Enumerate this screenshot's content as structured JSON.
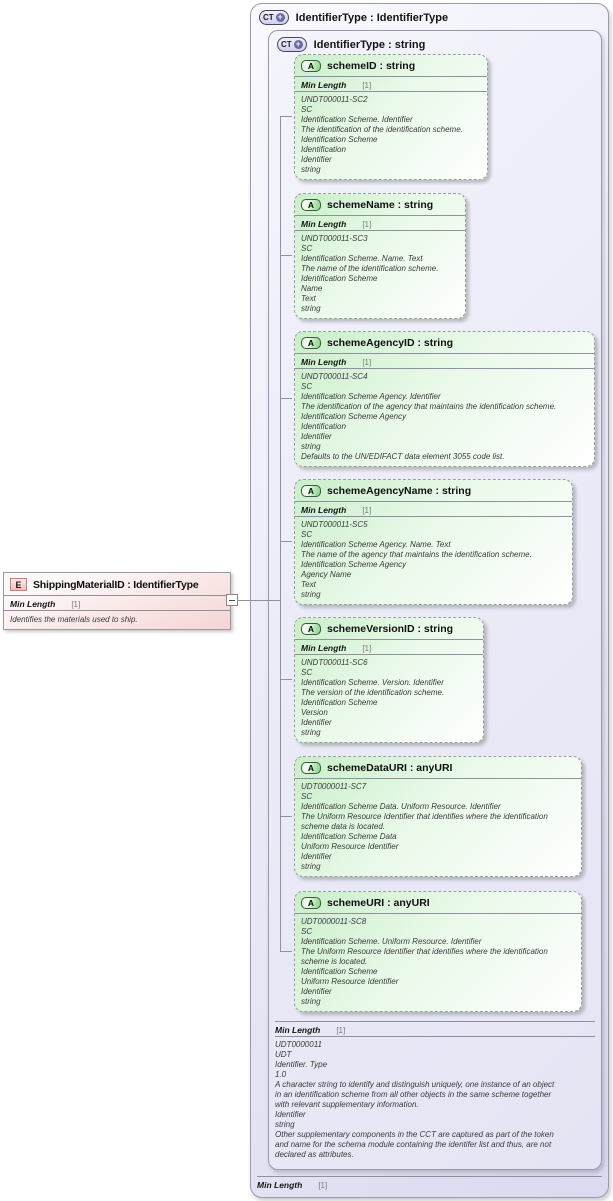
{
  "outer": {
    "icon": "CT",
    "title": "IdentifierType : IdentifierType",
    "min_length_label": "Min Length",
    "min_length_value": "[1]"
  },
  "inner": {
    "icon": "CT",
    "title": "IdentifierType : string",
    "min_length_label": "Min Length",
    "min_length_value": "[1]",
    "facts": [
      "UDT0000011",
      "UDT",
      "Identifier. Type",
      "1.0",
      "A character string to identify and distinguish uniquely, one instance of an object in an identification scheme from all other objects in the same scheme together with relevant supplementary information.",
      "Identifier",
      "string",
      "Other supplementary components in the CCT are captured as part of the token and name for the schema module containing the identifer list and thus, are not declared as attributes."
    ]
  },
  "attributes": [
    {
      "icon": "A",
      "name": "schemeID : string",
      "min_length": {
        "label": "Min Length",
        "value": "[1]"
      },
      "facts": [
        "UNDT000011-SC2",
        "SC",
        "Identification Scheme. Identifier",
        "The identification of the identification scheme.",
        "Identification Scheme",
        "Identification",
        "Identifier",
        "string"
      ]
    },
    {
      "icon": "A",
      "name": "schemeName : string",
      "min_length": {
        "label": "Min Length",
        "value": "[1]"
      },
      "facts": [
        "UNDT000011-SC3",
        "SC",
        "Identification Scheme. Name. Text",
        "The name of the identification scheme.",
        "Identification Scheme",
        "Name",
        "Text",
        "string"
      ]
    },
    {
      "icon": "A",
      "name": "schemeAgencyID : string",
      "min_length": {
        "label": "Min Length",
        "value": "[1]"
      },
      "facts": [
        "UNDT000011-SC4",
        "SC",
        "Identification Scheme Agency. Identifier",
        "The identification of the agency that maintains the identification scheme.",
        "Identification Scheme Agency",
        "Identification",
        "Identifier",
        "string",
        "Defaults to the UN/EDIFACT data element 3055 code list."
      ]
    },
    {
      "icon": "A",
      "name": "schemeAgencyName : string",
      "min_length": {
        "label": "Min Length",
        "value": "[1]"
      },
      "facts": [
        "UNDT000011-SC5",
        "SC",
        "Identification Scheme Agency. Name. Text",
        "The name of the agency that maintains the identification scheme.",
        "Identification Scheme Agency",
        "Agency Name",
        "Text",
        "string"
      ]
    },
    {
      "icon": "A",
      "name": "schemeVersionID : string",
      "min_length": {
        "label": "Min Length",
        "value": "[1]"
      },
      "facts": [
        "UNDT000011-SC6",
        "SC",
        "Identification Scheme. Version. Identifier",
        "The version of the identification scheme.",
        "Identification Scheme",
        "Version",
        "Identifier",
        "string"
      ]
    },
    {
      "icon": "A",
      "name": "schemeDataURI : anyURI",
      "min_length": null,
      "facts": [
        "UDT0000011-SC7",
        "SC",
        "Identification Scheme Data. Uniform Resource. Identifier",
        "The Uniform Resource Identifier that identifies where the identification scheme data is located.",
        "Identification Scheme Data",
        "Uniform Resource Identifier",
        "Identifier",
        "string"
      ]
    },
    {
      "icon": "A",
      "name": "schemeURI : anyURI",
      "min_length": null,
      "facts": [
        "UDT0000011-SC8",
        "SC",
        "Identification Scheme. Uniform Resource. Identifier",
        "The Uniform Resource Identifier that identifies where the identification scheme is located.",
        "Identification Scheme",
        "Uniform Resource Identifier",
        "Identifier",
        "string"
      ]
    }
  ],
  "element": {
    "icon": "E",
    "title": "ShippingMaterialID : IdentifierType",
    "min_length_label": "Min Length",
    "min_length_value": "[1]",
    "annotation": "Identifies the materials used to ship."
  },
  "colors": {
    "complex_type_fill": "#e4e4f4",
    "attribute_fill": "#c9efc9",
    "element_fill": "#f6d7d7",
    "connector_line": "#90909e",
    "facet_value_gray": "#787878"
  }
}
